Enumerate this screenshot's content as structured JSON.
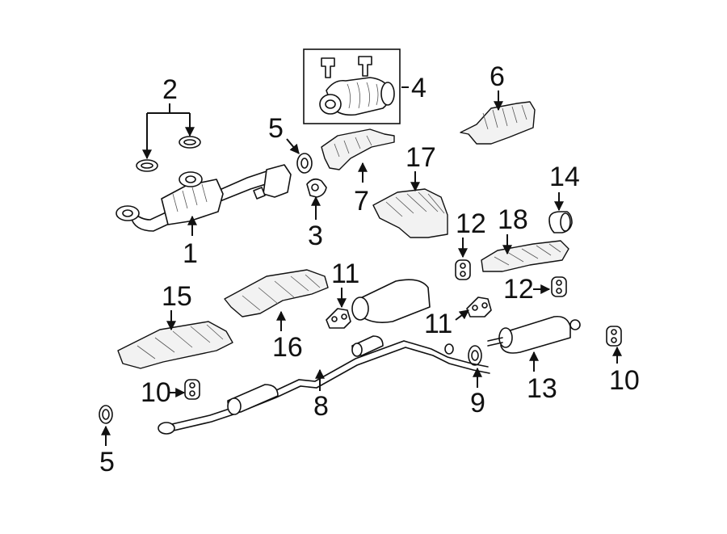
{
  "diagram": {
    "callouts": [
      {
        "id": "c1",
        "label": "1"
      },
      {
        "id": "c2",
        "label": "2"
      },
      {
        "id": "c3",
        "label": "3"
      },
      {
        "id": "c4",
        "label": "4"
      },
      {
        "id": "c5a",
        "label": "5"
      },
      {
        "id": "c5b",
        "label": "5"
      },
      {
        "id": "c6",
        "label": "6"
      },
      {
        "id": "c7",
        "label": "7"
      },
      {
        "id": "c8",
        "label": "8"
      },
      {
        "id": "c9",
        "label": "9"
      },
      {
        "id": "c10a",
        "label": "10"
      },
      {
        "id": "c10b",
        "label": "10"
      },
      {
        "id": "c11a",
        "label": "11"
      },
      {
        "id": "c11b",
        "label": "11"
      },
      {
        "id": "c12a",
        "label": "12"
      },
      {
        "id": "c12b",
        "label": "12"
      },
      {
        "id": "c13",
        "label": "13"
      },
      {
        "id": "c14",
        "label": "14"
      },
      {
        "id": "c15",
        "label": "15"
      },
      {
        "id": "c16",
        "label": "16"
      },
      {
        "id": "c17",
        "label": "17"
      },
      {
        "id": "c18",
        "label": "18"
      }
    ]
  }
}
